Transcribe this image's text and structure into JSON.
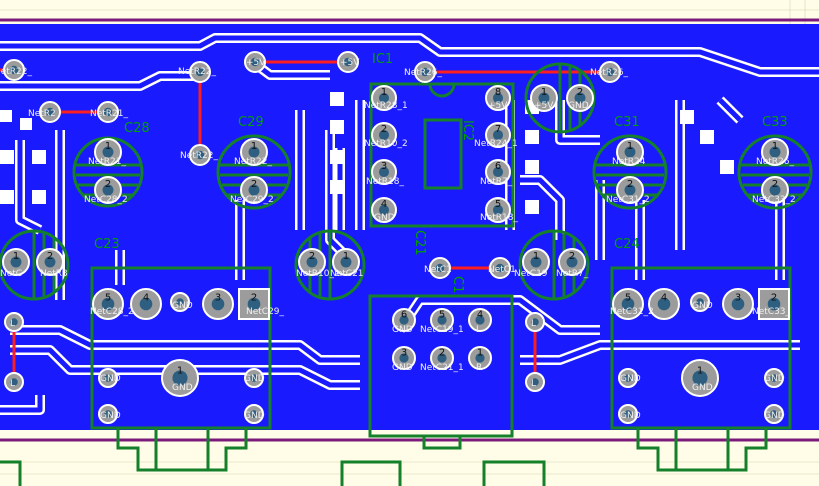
{
  "colors": {
    "background": "#fffde8",
    "copper_pour": "#1a1aff",
    "clearance": "#ffffff",
    "overlay": "#15802a",
    "pad_outer": "#9c9c9c",
    "pad_hole": "#2f5f80",
    "ratsnest": "#ff1e1e",
    "board_edge": "#7a1a7a",
    "label_text": "#f0f0f0"
  },
  "nets": {
    "netr22_left": "NetR22_",
    "netr22_top": "NetR22_",
    "netr22_mid": "NetR22_",
    "plus5v_a": "+5V",
    "plus5v_b": "+5V",
    "netr26_top": "NetR26_",
    "netr26_right": "NetR26_",
    "netr21_left": "NetR2",
    "netr21_right": "NetR21_",
    "c28_pad1": "NetR21_",
    "c28_pad2": "NetC28_2",
    "c29_pad1": "NetR22_",
    "c29_pad2": "NetC29_2",
    "ic2_p1": "NetR28_1",
    "ic2_p2": "NetR10_2",
    "ic2_p3": "NetR18_",
    "ic2_p4": "GND",
    "ic2_p8": "+5V",
    "ic2_p7": "NetR24_1",
    "ic2_p6": "NetR7_",
    "ic2_p5": "NetR18_",
    "c31_pad1": "NetR24",
    "c31_pad2": "NetC31_2",
    "c33_pad1": "NetR26_",
    "c33_pad2": "NetC33_2",
    "cap_left_1": "NetC",
    "cap_left_2": "NetR3",
    "c21_pad1": "NetR10_2",
    "c21_pad2": "NetC21",
    "c19_pad1": "NetC19",
    "c19_pad2": "NetR7_",
    "c1x_left": "NetC1",
    "c1x_right": "NetC1",
    "c23_p5": "NetC28_2",
    "c23_p2": "NetC29_",
    "c24_p5": "NetC31_2",
    "c24_p2": "NetC33_",
    "gnd": "GND",
    "l": "L",
    "r": "R",
    "mid_p6": "GND",
    "mid_p5": "NetC19_1",
    "mid_p4": "L",
    "mid_p3": "GND",
    "mid_p2": "NetC21_1",
    "mid_p1": "R",
    "gnd_right": "GND",
    "plus5v_pad": "+5V"
  },
  "refs": {
    "c28": "C28",
    "c29": "C29",
    "c31": "C31",
    "c33": "C33",
    "c23": "C23",
    "c24": "C24",
    "ic2": "IC2",
    "c21": "C21",
    "c19": "C1",
    "ic1": "IC1"
  },
  "pin_numbers": {
    "one": "1",
    "two": "2",
    "three": "3",
    "four": "4",
    "five": "5",
    "six": "6",
    "seven": "7",
    "eight": "8"
  }
}
